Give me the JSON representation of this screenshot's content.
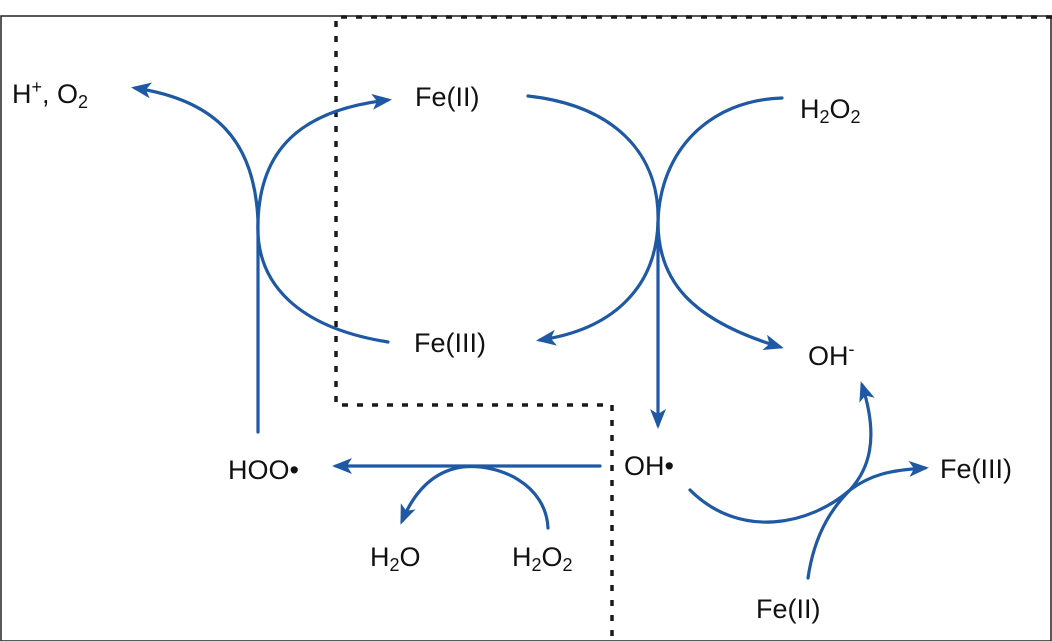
{
  "colors": {
    "arrow": "#1f58a3",
    "text": "#111111",
    "frame": "#222222",
    "dotted_line": "#1a1a1a"
  },
  "labels": {
    "h_plus_o2": {
      "h": "H",
      "plus": "+",
      "comma": ", O",
      "two": "2"
    },
    "fe2_top": "Fe(II)",
    "h2o2_top": {
      "h": "H",
      "two_a": "2",
      "o": "O",
      "two_b": "2"
    },
    "fe3_mid": "Fe(III)",
    "oh_minus": {
      "oh": "OH",
      "minus": "-"
    },
    "hoo_radical": "HOO•",
    "oh_radical": "OH•",
    "fe3_right": "Fe(III)",
    "h2o": {
      "h": "H",
      "two": "2",
      "o": "O"
    },
    "h2o2_bottom": {
      "h": "H",
      "two_a": "2",
      "o": "O",
      "two_b": "2"
    },
    "fe2_bottom": "Fe(II)"
  }
}
